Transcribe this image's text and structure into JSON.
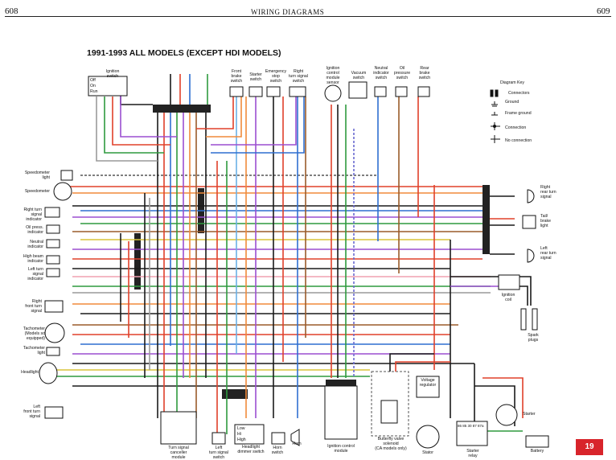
{
  "header": {
    "left_page": "608",
    "center_title": "WIRING DIAGRAMS",
    "right_page": "609"
  },
  "diagram": {
    "title": "1991-1993 ALL MODELS (EXCEPT HDI MODELS)"
  },
  "page_badge": "19",
  "ignition_switch": {
    "label": "Ignition\nswitch",
    "positions": [
      "Off",
      "On",
      "Run"
    ]
  },
  "top_components": [
    {
      "id": "front-brake-switch",
      "label": "Front\nbrake\nswitch"
    },
    {
      "id": "starter-switch",
      "label": "Starter\nswitch"
    },
    {
      "id": "emergency-stop-switch",
      "label": "Emergency\nstop\nswitch"
    },
    {
      "id": "right-turn-signal-switch",
      "label": "Right\nturn signal\nswitch"
    },
    {
      "id": "ignition-control-module-sensor",
      "label": "Ignition\ncontrol\nmodule\nsensor"
    },
    {
      "id": "vacuum-switch",
      "label": "Vacuum\nswitch"
    },
    {
      "id": "neutral-indicator-switch",
      "label": "Neutral\nindicator\nswitch"
    },
    {
      "id": "oil-pressure-switch",
      "label": "Oil\npressure\nswitch"
    },
    {
      "id": "rear-brake-switch",
      "label": "Rear\nbrake\nswitch"
    }
  ],
  "legend": {
    "title": "Diagram Key",
    "items": [
      "Connectors",
      "Ground",
      "Frame ground",
      "Connection",
      "No connection"
    ]
  },
  "left_components": [
    {
      "id": "speedometer-light",
      "label": "Speedometer\nlight"
    },
    {
      "id": "speedometer",
      "label": "Speedometer"
    },
    {
      "id": "right-turn-signal-indicator",
      "label": "Right turn\nsignal\nindicator"
    },
    {
      "id": "oil-press-indicator",
      "label": "Oil press.\nindicator"
    },
    {
      "id": "neutral-indicator",
      "label": "Neutral\nindicator"
    },
    {
      "id": "high-beam-indicator",
      "label": "High beam\nindicator"
    },
    {
      "id": "left-turn-signal-indicator",
      "label": "Left turn\nsignal\nindicator"
    },
    {
      "id": "right-front-turn-signal",
      "label": "Right\nfront turn\nsignal"
    },
    {
      "id": "tachometer",
      "label": "Tachometer\n(Models so\nequipped)"
    },
    {
      "id": "tachometer-light",
      "label": "Tachometer\nlight"
    },
    {
      "id": "headlight",
      "label": "Headlight"
    },
    {
      "id": "left-front-turn-signal",
      "label": "Left\nfront turn\nsignal"
    }
  ],
  "right_components": [
    {
      "id": "right-rear-turn-signal",
      "label": "Right\nrear turn\nsignal"
    },
    {
      "id": "tail-brake-light",
      "label": "Tail/\nbrake\nlight"
    },
    {
      "id": "left-rear-turn-signal",
      "label": "Left\nrear turn\nsignal"
    },
    {
      "id": "ignition-coil",
      "label": "Ignition\ncoil"
    },
    {
      "id": "spark-plugs",
      "label": "Spark\nplugs"
    },
    {
      "id": "starter",
      "label": "Starter"
    },
    {
      "id": "battery",
      "label": "Battery"
    }
  ],
  "bottom_components": [
    {
      "id": "turn-signal-canceller-module",
      "label": "Turn signal\ncanceller\nmodule"
    },
    {
      "id": "left-turn-signal-switch",
      "label": "Left\nturn signal\nswitch"
    },
    {
      "id": "headlight-dimmer-switch",
      "label": "Headlight\ndimmer switch"
    },
    {
      "id": "horn-switch",
      "label": "Horn\nswitch"
    },
    {
      "id": "horn",
      "label": "Horn"
    },
    {
      "id": "ignition-control-module",
      "label": "Ignition control\nmodule"
    },
    {
      "id": "butterfly-valve-solenoid",
      "label": "Butterfly valve\nsolenoid\n(CA models only)"
    },
    {
      "id": "stator",
      "label": "Stator"
    },
    {
      "id": "voltage-regulator",
      "label": "Voltage\nregulator"
    },
    {
      "id": "starter-relay",
      "label": "Starter\nrelay"
    }
  ],
  "dimmer_positions": [
    "Low",
    "Hi",
    "High"
  ],
  "relay_terminals": "86 85 30 87 87a",
  "colors": {
    "wire_black": "#1a1a1a",
    "wire_red": "#e0402a",
    "wire_orange": "#f08a3a",
    "wire_green": "#2e9a3e",
    "wire_blue": "#2f6fd0",
    "wire_violet": "#9b4fd0",
    "wire_brown": "#9a5b2a",
    "wire_yellow": "#d8c43a",
    "wire_gray": "#9a9a9a",
    "wire_pink": "#f0a0b0",
    "wire_lightblue": "#6ab0e6",
    "badge_red": "#d8242b"
  }
}
